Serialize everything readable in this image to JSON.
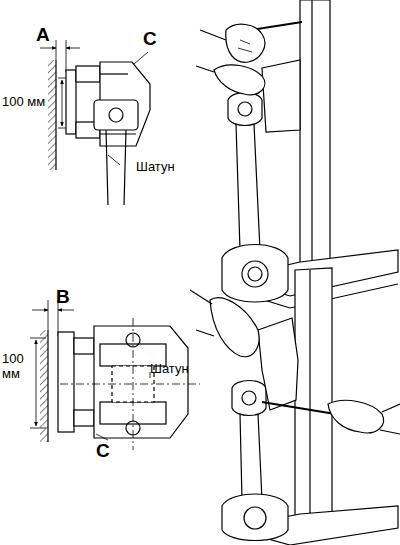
{
  "diagram": {
    "labels": [
      "A",
      "C",
      "100 мм",
      "Шатун",
      "B",
      "100 мм",
      "Шатун",
      "C"
    ]
  }
}
